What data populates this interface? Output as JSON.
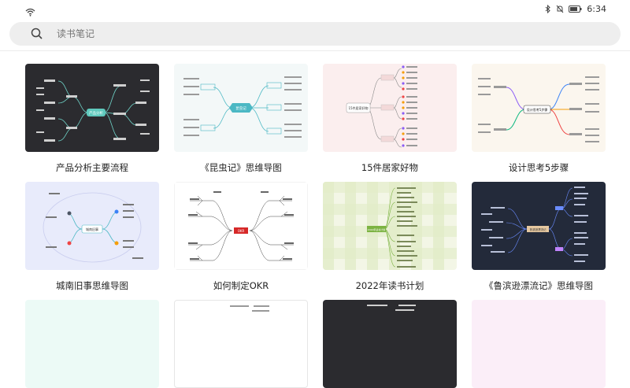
{
  "status": {
    "time": "6:34"
  },
  "search": {
    "placeholder": "读书笔记"
  },
  "cards": [
    {
      "title": "产品分析主要流程",
      "theme": "dark",
      "center_label": "产品分析"
    },
    {
      "title": "《昆虫记》思维导图",
      "theme": "light-teal",
      "center_label": "昆虫记"
    },
    {
      "title": "15件居家好物",
      "theme": "pink",
      "center_label": "15件居家好物"
    },
    {
      "title": "设计思考5步骤",
      "theme": "cream",
      "center_label": "设计思考5步骤"
    },
    {
      "title": "城南旧事思维导图",
      "theme": "lavender",
      "center_label": "城南旧事"
    },
    {
      "title": "如何制定OKR",
      "theme": "white",
      "center_label": "OKR"
    },
    {
      "title": "2022年读书计划",
      "theme": "plaid",
      "center_label": "2022年读书计划"
    },
    {
      "title": "《鲁滨逊漂流记》思维导图",
      "theme": "navy",
      "center_label": "鲁滨逊漂流记"
    }
  ],
  "colors": {
    "search_bg": "#eeeeee",
    "dark_thumb": "#2b2b2f",
    "navy_thumb": "#232a3a",
    "teal": "#4bb8c4",
    "pink_bg": "#fbeeee",
    "cream_bg": "#fbf6ee",
    "lavender_bg": "#e8ebfb"
  }
}
